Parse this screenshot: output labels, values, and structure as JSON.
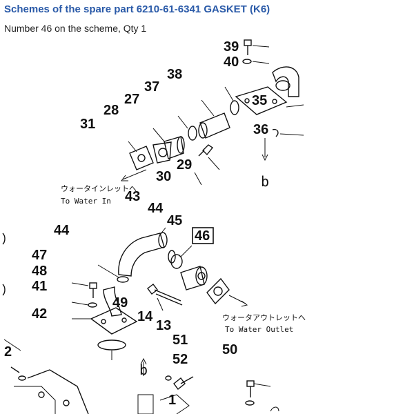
{
  "header": {
    "title": "Schemes of the spare part 6210-61-6341 GASKET (K6)",
    "subtitle": "Number 46 on the scheme, Qty 1"
  },
  "scheme": {
    "callouts": [
      "39",
      "40",
      "38",
      "37",
      "35",
      "27",
      "28",
      "31",
      "36",
      "29",
      "30",
      "43",
      "44",
      "45",
      "46",
      "44",
      "47",
      "48",
      "41",
      "49",
      "42",
      "14",
      "13",
      "51",
      "50",
      "52",
      "2",
      "1"
    ],
    "highlighted": "46",
    "labels": {
      "water_inlet_jp": "ウォータインレットへ",
      "water_inlet_en": "To Water In",
      "water_outlet_jp": "ウォータアウトレットへ",
      "water_outlet_en": "To Water Outlet",
      "ref_b": "b"
    }
  }
}
